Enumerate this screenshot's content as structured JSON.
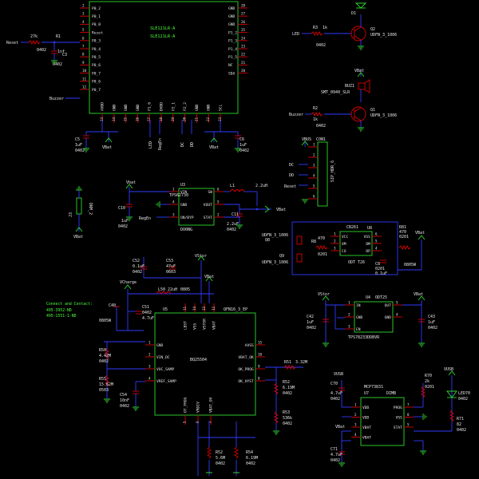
{
  "u_top": {
    "name": "SLE121LR-A",
    "name2": "SLE121LR-A",
    "left_pins": [
      {
        "n": "2",
        "t": "P0_2"
      },
      {
        "n": "3",
        "t": "P0_1"
      },
      {
        "n": "4",
        "t": "P0_0"
      },
      {
        "n": "5",
        "t": "Reset"
      },
      {
        "n": "6",
        "t": "P0_3"
      },
      {
        "n": "7",
        "t": "P0_4"
      },
      {
        "n": "8",
        "t": "P0_5"
      },
      {
        "n": "9",
        "t": "P0_6"
      },
      {
        "n": "10",
        "t": "P0_7"
      }
    ],
    "right_pins": [
      {
        "n": "28",
        "t": "GND"
      },
      {
        "n": "27",
        "t": "GND"
      },
      {
        "n": "26",
        "t": "GND"
      },
      {
        "n": "25",
        "t": "P1_2"
      },
      {
        "n": "24",
        "t": "P1_3"
      },
      {
        "n": "23",
        "t": "P1_4"
      },
      {
        "n": "22",
        "t": "P1_5"
      },
      {
        "n": "21",
        "t": "NC"
      },
      {
        "n": "20",
        "t": "SDA"
      }
    ],
    "bottom_pins": [
      {
        "n": "13",
        "t": "AVDD"
      },
      {
        "n": "14",
        "t": "GND"
      },
      {
        "n": "15",
        "t": "GND"
      },
      {
        "n": "16",
        "t": "GND"
      },
      {
        "n": "17",
        "t": "P1_6"
      },
      {
        "n": "18",
        "t": "DVDD"
      },
      {
        "n": "19",
        "t": "P2_1"
      },
      {
        "n": "20",
        "t": "P2_2"
      },
      {
        "n": "21",
        "t": "GND"
      },
      {
        "n": "22",
        "t": "GND"
      },
      {
        "n": "23",
        "t": "SCL"
      }
    ],
    "extra_left": [
      {
        "n": "11",
        "t": "P0_6"
      },
      {
        "n": "12",
        "t": "P0_7"
      }
    ],
    "extra_right": [
      {
        "n": "32",
        "t": "GND"
      },
      {
        "n": "31",
        "t": "GND"
      }
    ]
  },
  "top_labels": {
    "reset": "Reset",
    "r1": "R1",
    "r1v": "27k",
    "r1pkg": "0402",
    "c3": "C3",
    "c3v": "1nf",
    "c3pkg": "0402",
    "buzzer": "Buzzer",
    "led": "LED",
    "regen": "RegEn",
    "dc": "DC",
    "dd": "DD",
    "c5": "C5",
    "c5v": "1uF",
    "c5pkg": "0402",
    "vbat1": "VBat",
    "c6": "C6",
    "c6v": "1uF",
    "c6pkg": "0402",
    "vbat2": "VBat"
  },
  "q2": {
    "rlabel": "R3",
    "rval": "1k",
    "rpkg": "0402",
    "led": "LED",
    "name": "Q2",
    "part": "UDFN_3_1006",
    "d": "D1"
  },
  "q1": {
    "rlabel": "R2",
    "rval": "1k",
    "rpkg": "0402",
    "in": "Buzzer",
    "name": "Q1",
    "part": "UDFN_3_1006",
    "bz": "BUZ1",
    "bzpart": "SMT_0940_SLR",
    "vbat": "VBat"
  },
  "conn": {
    "name": "CON1",
    "part": "SIP_HDR_6",
    "vbus": "VBUS",
    "labels": [
      "DC",
      "DD",
      "Reset"
    ],
    "pins": [
      "1",
      "2",
      "3",
      "4",
      "5",
      "6"
    ]
  },
  "u3": {
    "ref": "U3",
    "part": "TPS62730",
    "pkg": "DO0NG",
    "lpins": [
      {
        "n": "1",
        "t": "VIN"
      },
      {
        "n": "4",
        "t": "GND"
      },
      {
        "n": "3",
        "t": "ON/BYP"
      }
    ],
    "rpins": [
      {
        "n": "6",
        "t": "SW"
      },
      {
        "n": "5",
        "t": "VOUT"
      },
      {
        "n": "2",
        "t": "STAT"
      }
    ],
    "vbat": "Vbat",
    "c10": "C10",
    "c10v": "1uF",
    "c10pkg": "0402",
    "regen": "RegEn",
    "l1": "L1",
    "l1v": "2.2uH",
    "c11": "C11",
    "c11v": "2.2uF",
    "c11pkg": "0402",
    "vbat2": "VBat"
  },
  "j": {
    "ref": "J3",
    "part": "DNM_2",
    "vbat": "VBat"
  },
  "u8": {
    "ref": "U8",
    "part": "CB261",
    "pkg": "ODT T26",
    "lpins": [
      {
        "n": "1",
        "t": "VCC"
      },
      {
        "n": "2",
        "t": "VM"
      },
      {
        "n": "3",
        "t": "CO"
      }
    ],
    "rpins": [
      {
        "n": "6",
        "t": "VSS"
      },
      {
        "n": "5",
        "t": "DM"
      },
      {
        "n": "4",
        "t": "DP"
      }
    ],
    "q8": "Q8",
    "q8part": "UDFN_3_1006",
    "q9": "Q9",
    "q9part": "UDFN_3_1006",
    "r8": "R8",
    "r8v": "470",
    "r8pkg": "0201",
    "c8": "C8",
    "c8v": "0.1uF",
    "c8pkg": "0201",
    "r81": "R81",
    "r81v": "470",
    "r81pkg": "0201",
    "vbat": "VBat",
    "batpkg": "0805W"
  },
  "u5": {
    "ref": "U5",
    "part": "QFN16_3_EP",
    "name": "BQ25504",
    "top_pins": [
      {
        "n": "11",
        "t": "LBST"
      },
      {
        "n": "14",
        "t": "VSS"
      },
      {
        "n": "13",
        "t": "VSTOR"
      },
      {
        "n": "12",
        "t": "VBAT"
      }
    ],
    "lpins": [
      {
        "n": "1",
        "t": "GND"
      },
      {
        "n": "2",
        "t": "VIN_DC"
      },
      {
        "n": "3",
        "t": "VOC_SAMP"
      },
      {
        "n": "4",
        "t": "VREF_SAMP"
      }
    ],
    "rpins": [
      {
        "n": "15",
        "t": "AVSS"
      },
      {
        "n": "10",
        "t": "VBAT_OK"
      },
      {
        "n": "9",
        "t": "OK_PROG"
      },
      {
        "n": "8",
        "t": "OK_HYST"
      }
    ],
    "bpins": [
      {
        "n": "5",
        "t": "OT_PROG"
      },
      {
        "n": "6",
        "t": "VRDIV"
      },
      {
        "n": "7",
        "t": "VBAT_OV"
      }
    ],
    "c52": "C52",
    "c52v": "0.1uF",
    "c52pkg": "0402",
    "c53": "C53",
    "c53v": "47uF",
    "c53pkg": "0603",
    "vstor": "VStor",
    "vbat": "VBat",
    "vcharge": "VCharge",
    "l50": "L50",
    "l50v": "22uH",
    "l50pkg": "0805",
    "connect": "Connect and Contact:",
    "pn1": "495-3952-ND",
    "pn2": "495-1551-1-ND",
    "c40": "C40",
    "c40pkg": "0805W",
    "c51": "C51",
    "c51v": "0402",
    "c51v2": "4.7uF",
    "r50": "R50",
    "r50v": "4.42M",
    "r50pkg": "0402",
    "r55": "R55",
    "r55v": "15.62M",
    "r55pkg": "0503",
    "c54": "C54",
    "c54v": "10nF",
    "c54pkg": "0402",
    "r51": "R51",
    "r51v": "3.32M",
    "r52": "R52",
    "r52v": "6.19M",
    "r52pkg": "0402",
    "r53": "R53",
    "r53v": "536k",
    "r53pkg": "0402",
    "r5x": "R52",
    "r5xv": "5.6M",
    "r5xpkg": "0402",
    "r54": "R54",
    "r54v": "6.19M",
    "r54pkg": "0402"
  },
  "u4": {
    "ref": "U4",
    "part": "ODT25",
    "name": "TPS78233DDBVR",
    "vstor": "VStor",
    "vbat": "VBat",
    "lpins": [
      {
        "n": "1",
        "t": "IN"
      },
      {
        "n": "2",
        "t": "GND"
      },
      {
        "n": "3",
        "t": "EN"
      }
    ],
    "rpins": [
      {
        "n": "5",
        "t": "OUT"
      },
      {
        "n": "4",
        "t": "GND"
      }
    ],
    "c42": "C42",
    "c42v": "1uF",
    "c42pkg": "0402",
    "c43": "C43",
    "c43v": "1uF",
    "c43pkg": "0402"
  },
  "u7": {
    "ref": "U7",
    "part": "MCP73831",
    "lpins": [
      {
        "n": "1",
        "t": "VDD"
      },
      {
        "n": "2",
        "t": "VDD"
      },
      {
        "n": "3",
        "t": "VBAT"
      },
      {
        "n": "4",
        "t": "VBAT"
      }
    ],
    "rpins": [
      {
        "n": "7",
        "t": "PROG"
      },
      {
        "n": "8",
        "t": "VSS"
      },
      {
        "n": "5",
        "t": "STAT"
      }
    ],
    "tlabel": "DIMB",
    "vusb1": "VUSB",
    "vusb2": "VUSB",
    "vbat": "VBat",
    "c70": "C70",
    "c70v": "4.7uF",
    "c70pkg": "0402",
    "c71": "C71",
    "c71v": "4.7uF",
    "c71pkg": "0402",
    "r70": "R70",
    "r70v": "2k",
    "r70pkg": "0201",
    "led70": "LED70",
    "led70pkg": "0402",
    "r71": "R71",
    "r71v": "82",
    "r71pkg": "0402"
  }
}
